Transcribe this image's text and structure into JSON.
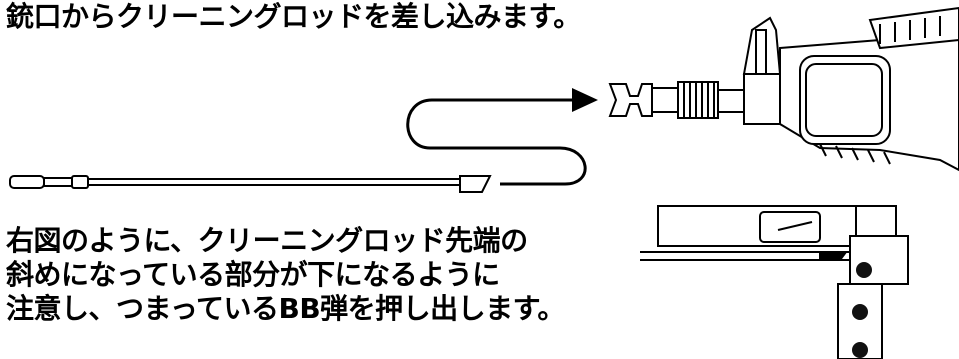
{
  "instructions": {
    "top": "銃口からクリーニングロッドを差し込みます。",
    "bottom_lines": [
      "右図のように、クリーニングロッド先端の",
      "斜めになっている部分が下になるように",
      "注意し、つまっているBB弾を押し出します。"
    ]
  }
}
